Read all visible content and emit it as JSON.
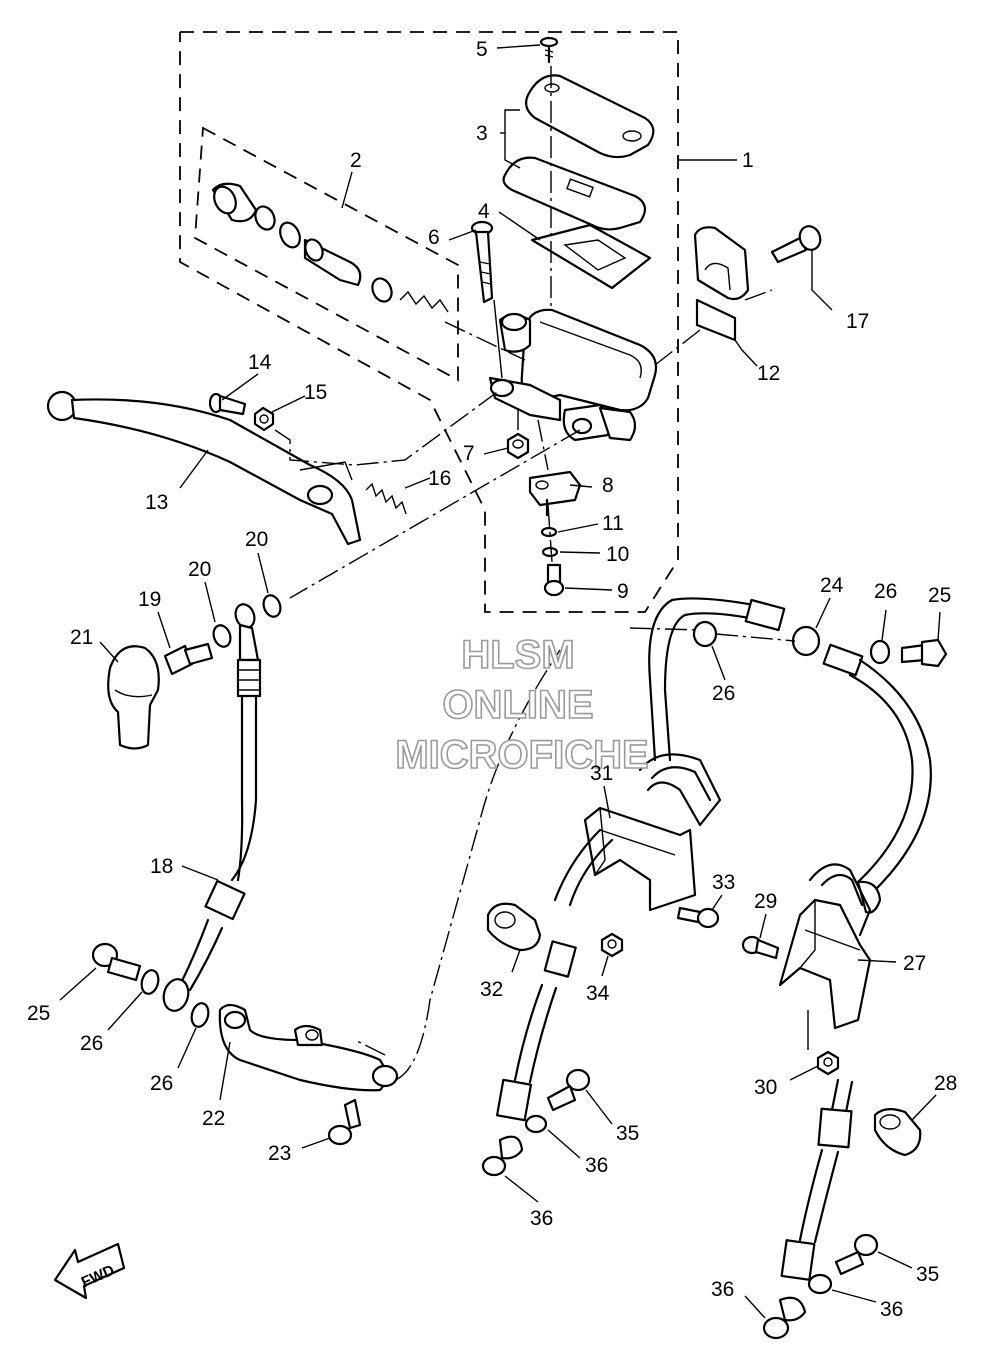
{
  "watermark": {
    "line1": "HLSM",
    "line2": "ONLINE",
    "line3": "MICROFICHE"
  },
  "direction_label": "FWD",
  "callouts": {
    "c1": "1",
    "c2": "2",
    "c3": "3",
    "c4": "4",
    "c5": "5",
    "c6": "6",
    "c7": "7",
    "c8": "8",
    "c9": "9",
    "c10": "10",
    "c11": "11",
    "c12": "12",
    "c13": "13",
    "c14": "14",
    "c15": "15",
    "c16": "16",
    "c17": "17",
    "c18": "18",
    "c19": "19",
    "c20a": "20",
    "c20b": "20",
    "c21": "21",
    "c22": "22",
    "c23": "23",
    "c24": "24",
    "c25a": "25",
    "c25b": "25",
    "c26a": "26",
    "c26b": "26",
    "c26c": "26",
    "c26d": "26",
    "c27": "27",
    "c28": "28",
    "c29": "29",
    "c30": "30",
    "c31": "31",
    "c32": "32",
    "c33": "33",
    "c34": "34",
    "c35a": "35",
    "c35b": "35",
    "c36a": "36",
    "c36b": "36",
    "c36c": "36",
    "c36d": "36"
  }
}
